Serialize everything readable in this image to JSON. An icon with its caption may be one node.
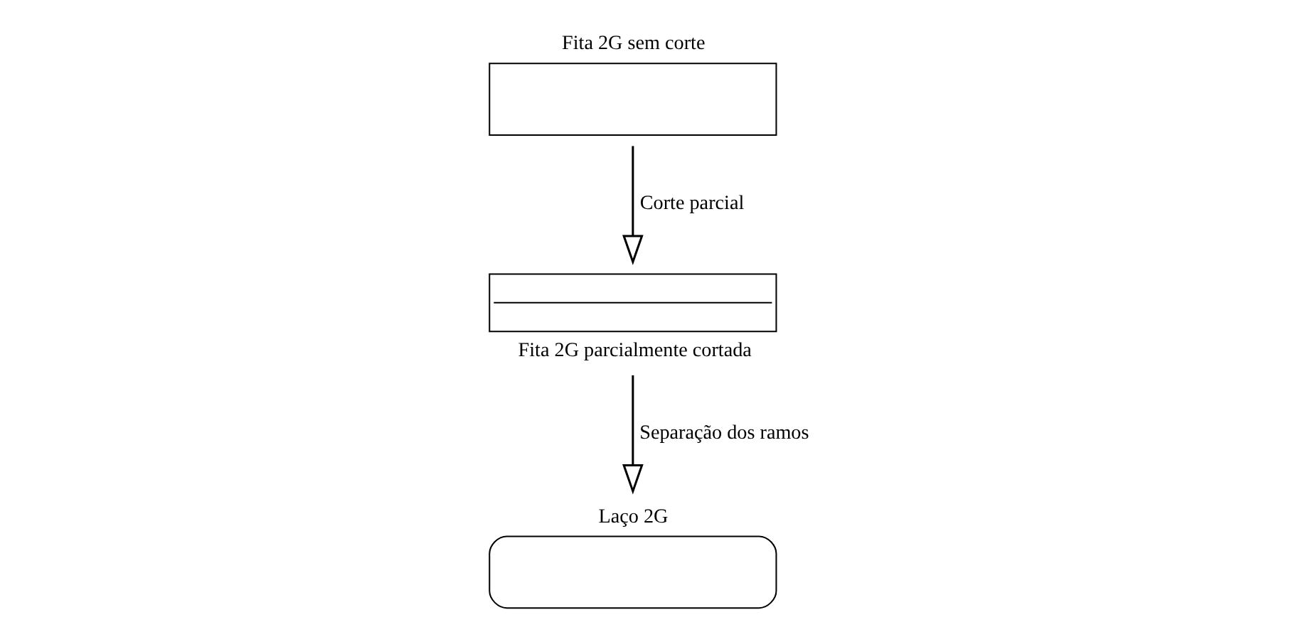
{
  "diagram": {
    "nodes": [
      {
        "text": [
          "Fita 2G sem corte"
        ]
      },
      {
        "text": [
          "Fita 2G parcialmente cortada"
        ]
      },
      {
        "text": [
          "Laço 2G"
        ]
      }
    ],
    "edges": [
      {
        "from": 0,
        "to": 1,
        "arrow": "to",
        "label": "Corte parcial"
      },
      {
        "from": 1,
        "to": 2,
        "arrow": "to",
        "label": "Separação dos ramos"
      }
    ]
  }
}
